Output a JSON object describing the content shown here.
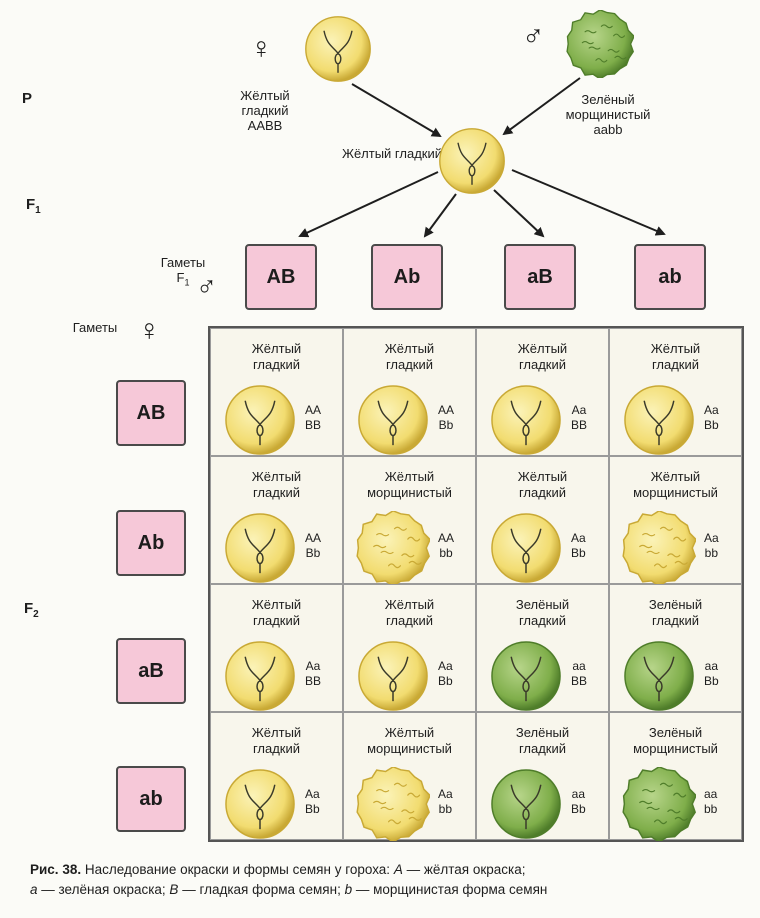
{
  "generations": {
    "p": "P",
    "f1": "F",
    "f1_sub": "1",
    "f2": "F",
    "f2_sub": "2"
  },
  "parents": {
    "female": {
      "symbol": "♀",
      "line1": "Жёлтый",
      "line2": "гладкий",
      "genotype": "AABB",
      "seed": "yellow-smooth"
    },
    "male": {
      "symbol": "♂",
      "line1": "Зелёный",
      "line2": "морщинистый",
      "genotype": "aabb",
      "seed": "green-wrinkled"
    }
  },
  "f1": {
    "label": "Жёлтый гладкий",
    "seed": "yellow-smooth"
  },
  "gametes_f1": {
    "line1": "Гаметы",
    "line2": "F",
    "line2_sub": "1",
    "symbol": "♂",
    "items": [
      "AB",
      "Ab",
      "aB",
      "ab"
    ]
  },
  "gametes_female": {
    "label": "Гаметы",
    "symbol": "♀",
    "items": [
      "AB",
      "Ab",
      "aB",
      "ab"
    ]
  },
  "cells": [
    [
      {
        "l1": "Жёлтый",
        "l2": "гладкий",
        "g1": "AA",
        "g2": "BB",
        "seed": "yellow-smooth"
      },
      {
        "l1": "Жёлтый",
        "l2": "гладкий",
        "g1": "AA",
        "g2": "Bb",
        "seed": "yellow-smooth"
      },
      {
        "l1": "Жёлтый",
        "l2": "гладкий",
        "g1": "Aa",
        "g2": "BB",
        "seed": "yellow-smooth"
      },
      {
        "l1": "Жёлтый",
        "l2": "гладкий",
        "g1": "Aa",
        "g2": "Bb",
        "seed": "yellow-smooth"
      }
    ],
    [
      {
        "l1": "Жёлтый",
        "l2": "гладкий",
        "g1": "AA",
        "g2": "Bb",
        "seed": "yellow-smooth"
      },
      {
        "l1": "Жёлтый",
        "l2": "морщинистый",
        "g1": "AA",
        "g2": "bb",
        "seed": "yellow-wrinkled"
      },
      {
        "l1": "Жёлтый",
        "l2": "гладкий",
        "g1": "Aa",
        "g2": "Bb",
        "seed": "yellow-smooth"
      },
      {
        "l1": "Жёлтый",
        "l2": "морщинистый",
        "g1": "Aa",
        "g2": "bb",
        "seed": "yellow-wrinkled"
      }
    ],
    [
      {
        "l1": "Жёлтый",
        "l2": "гладкий",
        "g1": "Aa",
        "g2": "BB",
        "seed": "yellow-smooth"
      },
      {
        "l1": "Жёлтый",
        "l2": "гладкий",
        "g1": "Aa",
        "g2": "Bb",
        "seed": "yellow-smooth"
      },
      {
        "l1": "Зелёный",
        "l2": "гладкий",
        "g1": "aa",
        "g2": "BB",
        "seed": "green-smooth"
      },
      {
        "l1": "Зелёный",
        "l2": "гладкий",
        "g1": "aa",
        "g2": "Bb",
        "seed": "green-smooth"
      }
    ],
    [
      {
        "l1": "Жёлтый",
        "l2": "гладкий",
        "g1": "Aa",
        "g2": "Bb",
        "seed": "yellow-smooth"
      },
      {
        "l1": "Жёлтый",
        "l2": "морщинистый",
        "g1": "Aa",
        "g2": "bb",
        "seed": "yellow-wrinkled"
      },
      {
        "l1": "Зелёный",
        "l2": "гладкий",
        "g1": "aa",
        "g2": "Bb",
        "seed": "green-smooth"
      },
      {
        "l1": "Зелёный",
        "l2": "морщинистый",
        "g1": "aa",
        "g2": "bb",
        "seed": "green-wrinkled"
      }
    ]
  ],
  "caption": {
    "fig": "Рис. 38.",
    "text1": " Наследование окраски и формы семян у гороха: ",
    "a_upper": "А",
    "text2": " — жёлтая окраска;",
    "a_lower": "а",
    "text3": " — зелёная окраска; ",
    "b_upper": "В",
    "text4": " — гладкая форма семян; ",
    "b_lower": "b",
    "text5": " — морщинистая форма семян"
  },
  "colors": {
    "yellow_light": "#fbf3b8",
    "yellow_main": "#f2dc70",
    "yellow_edge": "#c9a935",
    "green_light": "#b7d58a",
    "green_main": "#7fae4a",
    "green_edge": "#4f7d2a",
    "gamete_fill": "#f6c8d8"
  }
}
